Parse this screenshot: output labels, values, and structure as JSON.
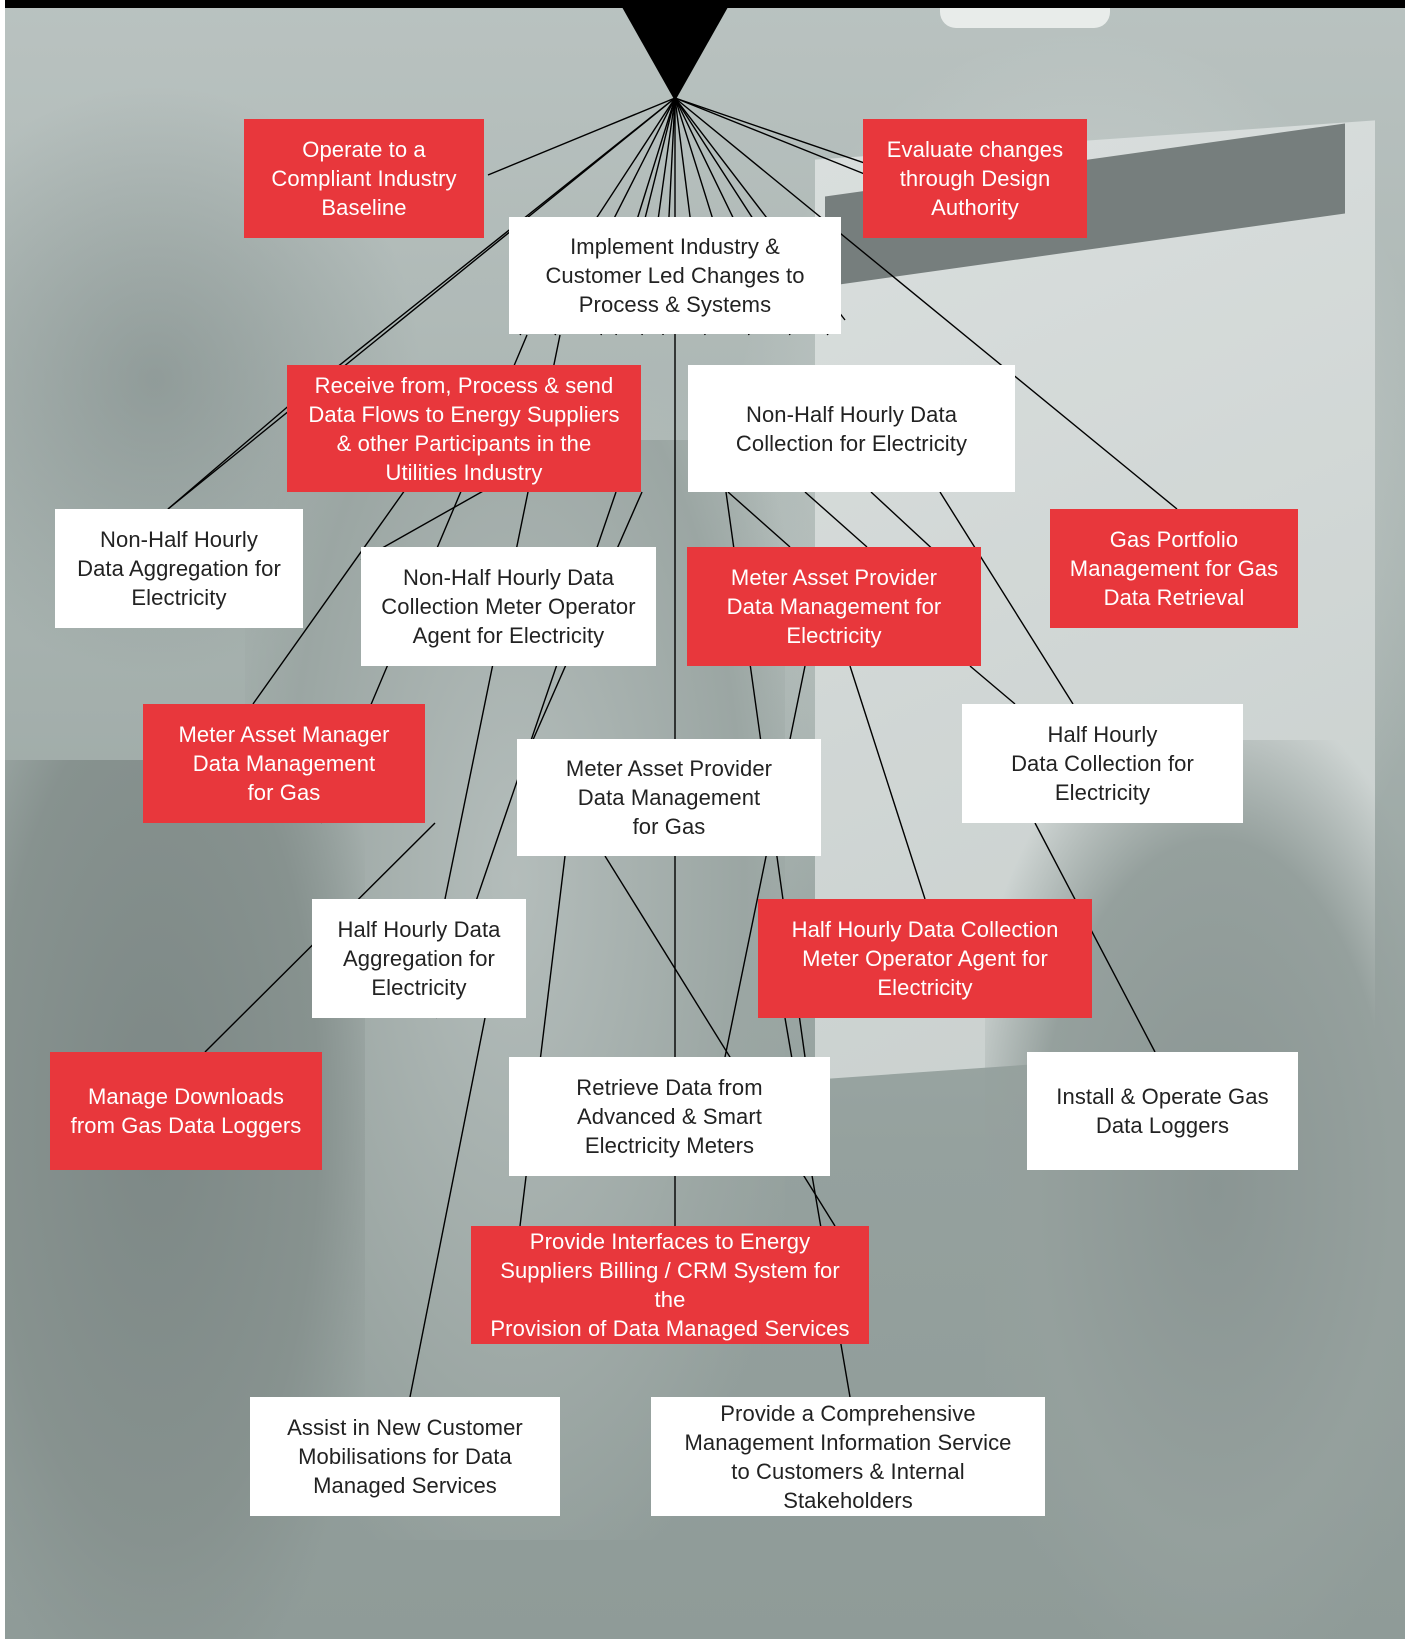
{
  "nodes": [
    {
      "id": "operate",
      "label": "Operate to a\nCompliant Industry\nBaseline",
      "style": "red"
    },
    {
      "id": "evaluate",
      "label": "Evaluate changes\nthrough Design\nAuthority",
      "style": "red"
    },
    {
      "id": "implement",
      "label": "Implement Industry &\nCustomer Led Changes to\nProcess & Systems",
      "style": "white"
    },
    {
      "id": "receive",
      "label": "Receive from, Process & send\nData Flows to Energy Suppliers\n& other Participants in the\nUtilities Industry",
      "style": "red"
    },
    {
      "id": "nhh-dc",
      "label": "Non-Half Hourly Data\nCollection for Electricity",
      "style": "white"
    },
    {
      "id": "nhh-da",
      "label": "Non-Half Hourly\nData Aggregation for\nElectricity",
      "style": "white"
    },
    {
      "id": "nhh-dc-mop",
      "label": "Non-Half Hourly Data\nCollection Meter Operator\nAgent for Electricity",
      "style": "white"
    },
    {
      "id": "map-elec",
      "label": "Meter Asset Provider\nData Management for\nElectricity",
      "style": "red"
    },
    {
      "id": "gas-portfolio",
      "label": "Gas Portfolio\nManagement for Gas\nData Retrieval",
      "style": "red"
    },
    {
      "id": "mam-gas",
      "label": "Meter Asset Manager\nData Management\nfor Gas",
      "style": "red"
    },
    {
      "id": "map-gas",
      "label": "Meter Asset Provider\nData Management\nfor Gas",
      "style": "white"
    },
    {
      "id": "hh-dc",
      "label": "Half Hourly\nData Collection for\nElectricity",
      "style": "white"
    },
    {
      "id": "hh-da",
      "label": "Half Hourly Data\nAggregation for\nElectricity",
      "style": "white"
    },
    {
      "id": "hh-dc-mop",
      "label": "Half Hourly Data Collection\nMeter Operator Agent for\nElectricity",
      "style": "red"
    },
    {
      "id": "downloads",
      "label": "Manage Downloads\nfrom Gas Data Loggers",
      "style": "red"
    },
    {
      "id": "retrieve",
      "label": "Retrieve Data from\nAdvanced & Smart\nElectricity Meters",
      "style": "white"
    },
    {
      "id": "install",
      "label": "Install & Operate Gas\nData Loggers",
      "style": "white"
    },
    {
      "id": "interfaces",
      "label": "Provide Interfaces to Energy\nSuppliers Billing / CRM System for the\nProvision of Data Managed Services",
      "style": "red"
    },
    {
      "id": "assist",
      "label": "Assist in New Customer\nMobilisations for Data\nManaged Services",
      "style": "white"
    },
    {
      "id": "mi-service",
      "label": "Provide a Comprehensive\nManagement Information Service\nto Customers & Internal\nStakeholders",
      "style": "white"
    }
  ],
  "colors": {
    "red": "#e8373c",
    "white": "#ffffff",
    "line": "#000000"
  }
}
